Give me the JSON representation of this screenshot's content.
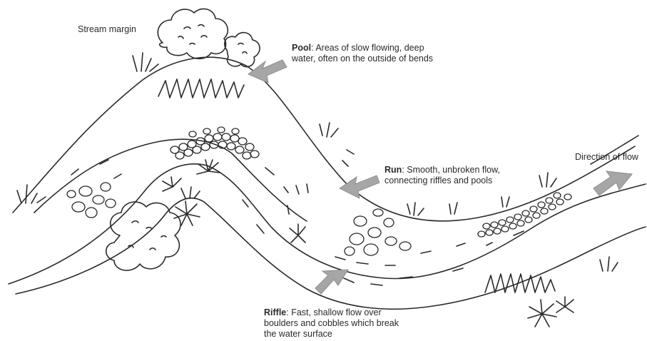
{
  "labels": {
    "stream_margin": "Stream margin",
    "pool_term": "Pool",
    "pool_desc_1": ": Areas of slow flowing, deep",
    "pool_desc_2": "water, often on the outside of bends",
    "run_term": "Run",
    "run_desc_1": ": Smooth, unbroken flow,",
    "run_desc_2": "connecting riffles and pools",
    "riffle_term": "Riffle",
    "riffle_desc_1": ": Fast, shallow flow over",
    "riffle_desc_2": "boulders and cobbles which break",
    "riffle_desc_3": "the water surface",
    "direction": "Direction of flow"
  },
  "colors": {
    "ink": "#2a2a2a",
    "arrow_fill": "#a6a6a6",
    "background": "#ffffff"
  }
}
